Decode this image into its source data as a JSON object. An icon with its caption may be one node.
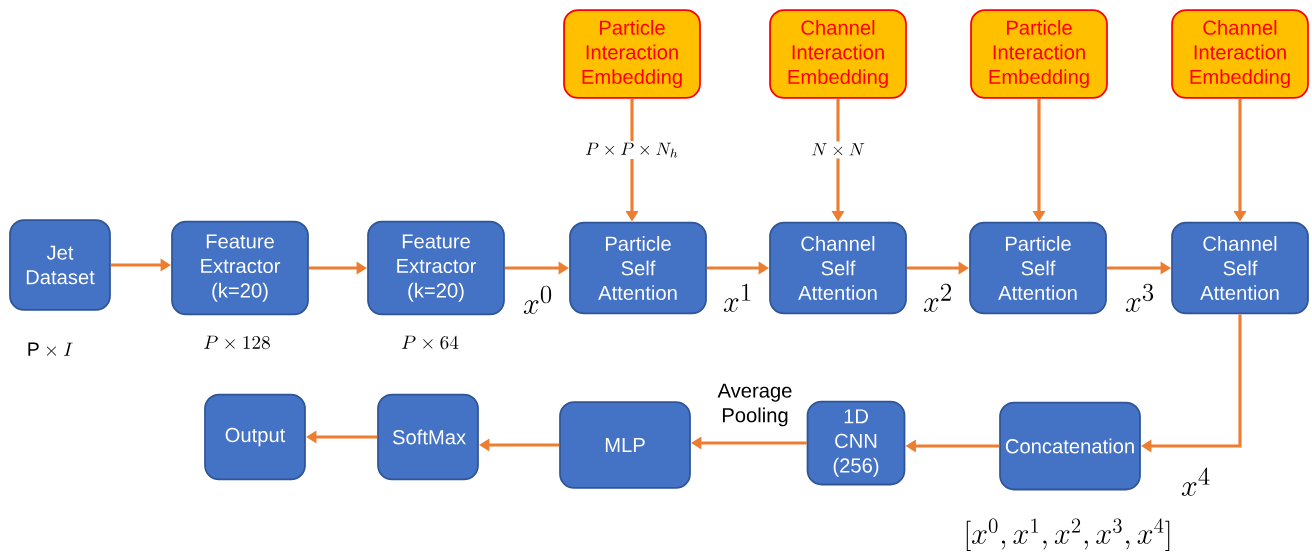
{
  "diagram": {
    "nodes": [
      {
        "text": [
          "Jet Dataset"
        ]
      },
      {
        "text": [
          "Feature Extractor (k=20)"
        ]
      },
      {
        "text": [
          "Feature Extractor (k=20)"
        ]
      },
      {
        "text": [
          "Particle Self Attention"
        ]
      },
      {
        "text": [
          "Channel Self Attention"
        ]
      },
      {
        "text": [
          "Particle Self Attention"
        ]
      },
      {
        "text": [
          "Channel Self Attention"
        ]
      },
      {
        "text": [
          "Particle Interaction Embedding"
        ]
      },
      {
        "text": [
          "Channel Interaction Embedding"
        ]
      },
      {
        "text": [
          "Particle Interaction Embedding"
        ]
      },
      {
        "text": [
          "Channel Interaction Embedding"
        ]
      },
      {
        "text": [
          "Concatenation"
        ]
      },
      {
        "text": [
          "1D CNN (256)"
        ]
      },
      {
        "text": [
          "MLP"
        ]
      },
      {
        "text": [
          "SoftMax"
        ]
      },
      {
        "text": [
          "Output"
        ]
      }
    ],
    "edges": [
      {
        "from": 0,
        "to": 1,
        "arrow": "to"
      },
      {
        "from": 1,
        "to": 2,
        "arrow": "to"
      },
      {
        "from": 2,
        "to": 3,
        "arrow": "to",
        "label": "x^{0}"
      },
      {
        "from": 3,
        "to": 4,
        "arrow": "to",
        "label": "x^{1}"
      },
      {
        "from": 4,
        "to": 5,
        "arrow": "to",
        "label": "x^{2}"
      },
      {
        "from": 5,
        "to": 6,
        "arrow": "to",
        "label": "x^{3}"
      },
      {
        "from": 6,
        "to": 11,
        "arrow": "to",
        "label": "x^{4}"
      },
      {
        "from": 7,
        "to": 3,
        "arrow": "to",
        "label": "P\\times P\\times N_{h}"
      },
      {
        "from": 8,
        "to": 4,
        "arrow": "to",
        "label": "N\\times N"
      },
      {
        "from": 9,
        "to": 5,
        "arrow": "to"
      },
      {
        "from": 10,
        "to": 6,
        "arrow": "to"
      },
      {
        "from": 11,
        "to": 12,
        "arrow": "to"
      },
      {
        "from": 12,
        "to": 13,
        "arrow": "to",
        "label": "Average Pooling"
      },
      {
        "from": 13,
        "to": 14,
        "arrow": "to"
      },
      {
        "from": 14,
        "to": 15,
        "arrow": "to"
      }
    ],
    "labels": [
      "\\mathrm{P}\\times I",
      "P\\times 128",
      "P\\times 64",
      "[x^{0}, x^{1}, x^{2}, x^{3}, x^{4}]"
    ]
  }
}
